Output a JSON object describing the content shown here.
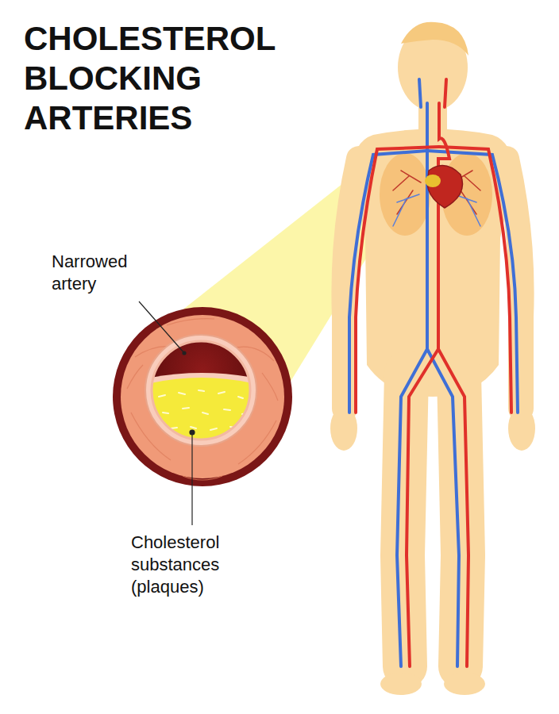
{
  "diagram": {
    "title": "CHOLESTEROL BLOCKING ARTERIES",
    "labels": [
      "Narrowed artery",
      "Cholesterol substances (plaques)"
    ]
  }
}
